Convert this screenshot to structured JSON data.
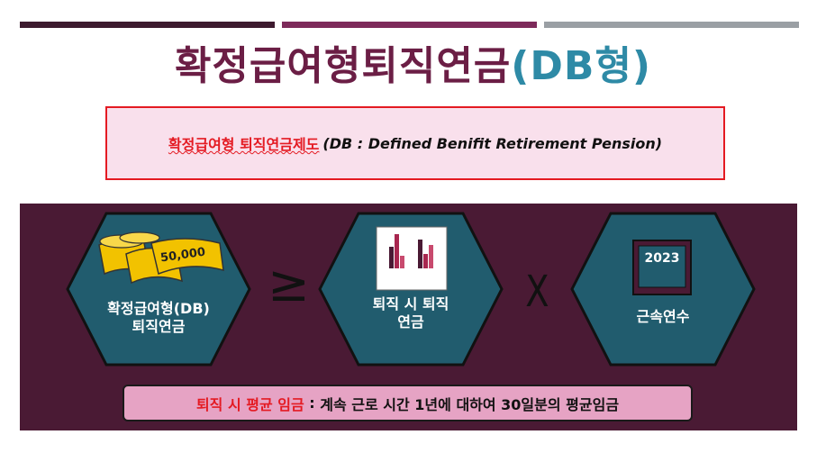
{
  "title": {
    "korean": "확정급여형퇴직연금",
    "english": "(DB형)"
  },
  "definition": {
    "korean": "확정급여형 퇴직연금제도",
    "english": "(DB : Defined Benifit Retirement Pension)"
  },
  "formula": {
    "left_label": "확정급여형(DB) 퇴직연금",
    "money_value": "50,000",
    "op1": "≥",
    "middle_label": "퇴직 시 퇴직연금",
    "op2": "X",
    "right_label": "근속연수",
    "year": "2023"
  },
  "footer": {
    "key": "퇴직 시 평균 임금",
    "sep": " : ",
    "text": "계속 근로 시간 1년에 대하여 30일분의 평균임금"
  },
  "colors": {
    "topbar1": "#3d1a2e",
    "topbar2": "#7d2a5a",
    "topbar3": "#9a9fa4",
    "title": "#6b1e45",
    "title_accent": "#2e8aa6",
    "panel": "#4a1a34",
    "hexagon": "#215c6e",
    "accent_red": "#e41a22",
    "footer_bg": "#e6a3c4"
  }
}
